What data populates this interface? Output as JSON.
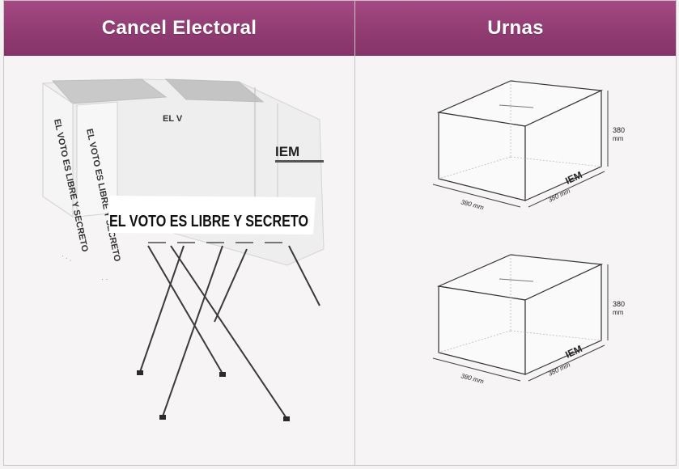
{
  "header": {
    "left_title": "Cancel Electoral",
    "right_title": "Urnas"
  },
  "booth": {
    "banner": "EL VOTO ES LIBRE Y SECRETO",
    "side_text_left": "EL VOTO ES LIBRE Y SECRETO",
    "side_text_mid": "EL VOTO ES LIBRE Y SECRETO",
    "top_text": "EL V",
    "logo": "IEM",
    "colors": {
      "panel": "#eeeeee",
      "legs": "#333333"
    }
  },
  "urns": [
    {
      "height_label": "380",
      "height_unit": "mm",
      "width_label": "380 mm",
      "depth_label": "380 mm",
      "logo": "IEM",
      "top_slot_text": "———————"
    },
    {
      "height_label": "380",
      "height_unit": "mm",
      "width_label": "380 mm",
      "depth_label": "380 mm",
      "logo": "IEM",
      "top_slot_text": "———————"
    }
  ],
  "colors": {
    "header_bg": "#8f3b72",
    "header_text": "#ffffff",
    "border": "#c9c4c7"
  }
}
